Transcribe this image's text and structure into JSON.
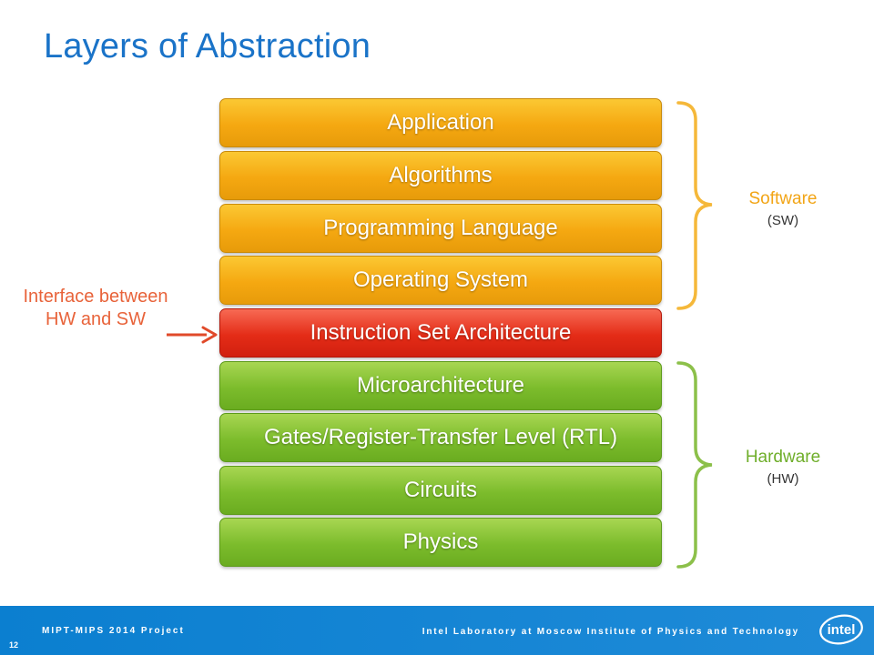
{
  "title": "Layers of Abstraction",
  "layers": [
    {
      "label": "Application",
      "group": "sw"
    },
    {
      "label": "Algorithms",
      "group": "sw"
    },
    {
      "label": "Programming Language",
      "group": "sw"
    },
    {
      "label": "Operating System",
      "group": "sw"
    },
    {
      "label": "Instruction Set Architecture",
      "group": "isa"
    },
    {
      "label": "Microarchitecture",
      "group": "hw"
    },
    {
      "label": "Gates/Register-Transfer Level (RTL)",
      "group": "hw"
    },
    {
      "label": "Circuits",
      "group": "hw"
    },
    {
      "label": "Physics",
      "group": "hw"
    }
  ],
  "software": {
    "label": "Software",
    "abbr": "(SW)"
  },
  "hardware": {
    "label": "Hardware",
    "abbr": "(HW)"
  },
  "interface_label": "Interface between HW and SW",
  "colors": {
    "software": "#f5a811",
    "isa": "#e42c17",
    "hardware": "#7cbc2c",
    "title": "#1a73c8",
    "footer": "#0b7fd0",
    "interface": "#e8633a"
  },
  "footer": {
    "left": "MIPT-MIPS 2014 Project",
    "right": "Intel Laboratory at Moscow Institute of Physics and Technology",
    "page": "12",
    "logo_text": "intel"
  }
}
